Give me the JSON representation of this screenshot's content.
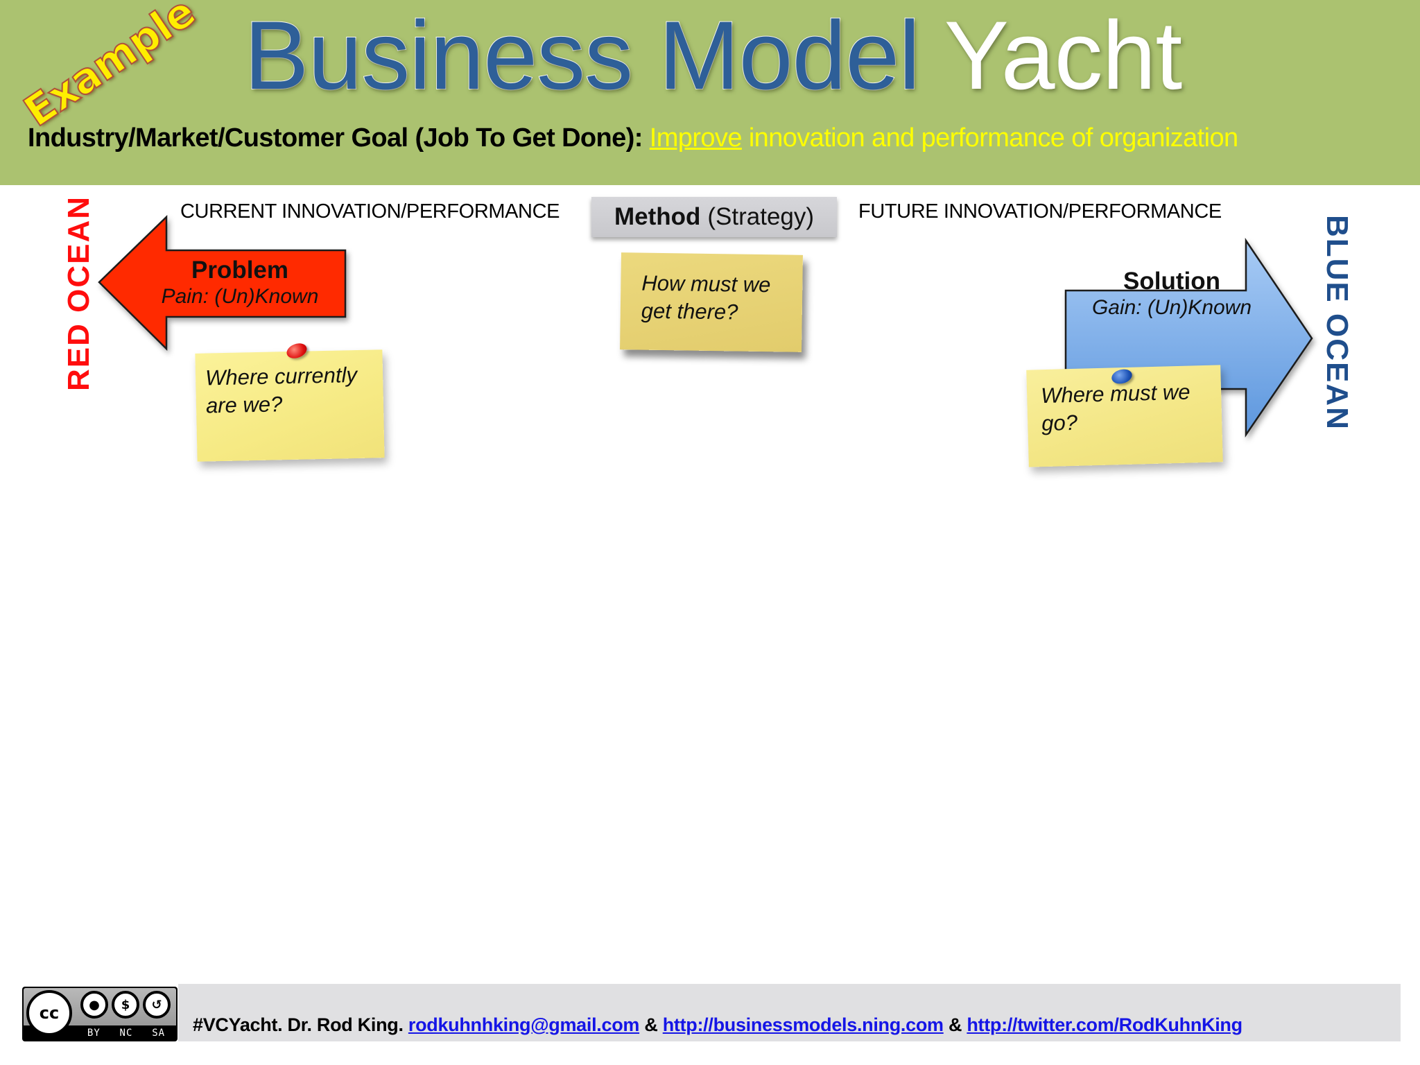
{
  "header": {
    "stamp": "Example",
    "title_part1": "Business Model",
    "title_part2": "Yacht",
    "goal_label": "Industry/Market/Customer Goal (Job To Get Done):",
    "goal_link": "Improve",
    "goal_rest": "innovation and performance of organization",
    "background_color": "#abc270"
  },
  "canvas": {
    "current_label": "CURRENT INNOVATION/PERFORMANCE",
    "future_label": "FUTURE INNOVATION/PERFORMANCE",
    "method": {
      "bold": "Method",
      "normal": "(Strategy)"
    },
    "red_ocean": "RED OCEAN",
    "blue_ocean": "BLUE OCEAN",
    "problem_arrow": {
      "title": "Problem",
      "subtitle": "Pain: (Un)Known",
      "color": "#ff2a00",
      "direction": "left"
    },
    "solution_arrow": {
      "title": "Solution",
      "subtitle": "Gain: (Un)Known",
      "color": "#7fb0ea",
      "direction": "right"
    },
    "sticky_notes": [
      {
        "text": "Where currently\nare we?",
        "pin": "red-pin-icon"
      },
      {
        "text": "How must we\nget there?",
        "pin": null
      },
      {
        "text": "Where must we\ngo?",
        "pin": "blue-pin-icon"
      }
    ]
  },
  "footer": {
    "license": {
      "icon": "cc-by-nc-sa-icon",
      "labels": [
        "BY",
        "NC",
        "SA"
      ],
      "cc": "cc"
    },
    "prefix": "#VCYacht. Dr. Rod King.",
    "email": "rodkuhnhking@gmail.com",
    "sep1": "&",
    "link1": "http://businessmodels.ning.com",
    "sep2": "&",
    "link2": "http://twitter.com/RodKuhnKing"
  }
}
